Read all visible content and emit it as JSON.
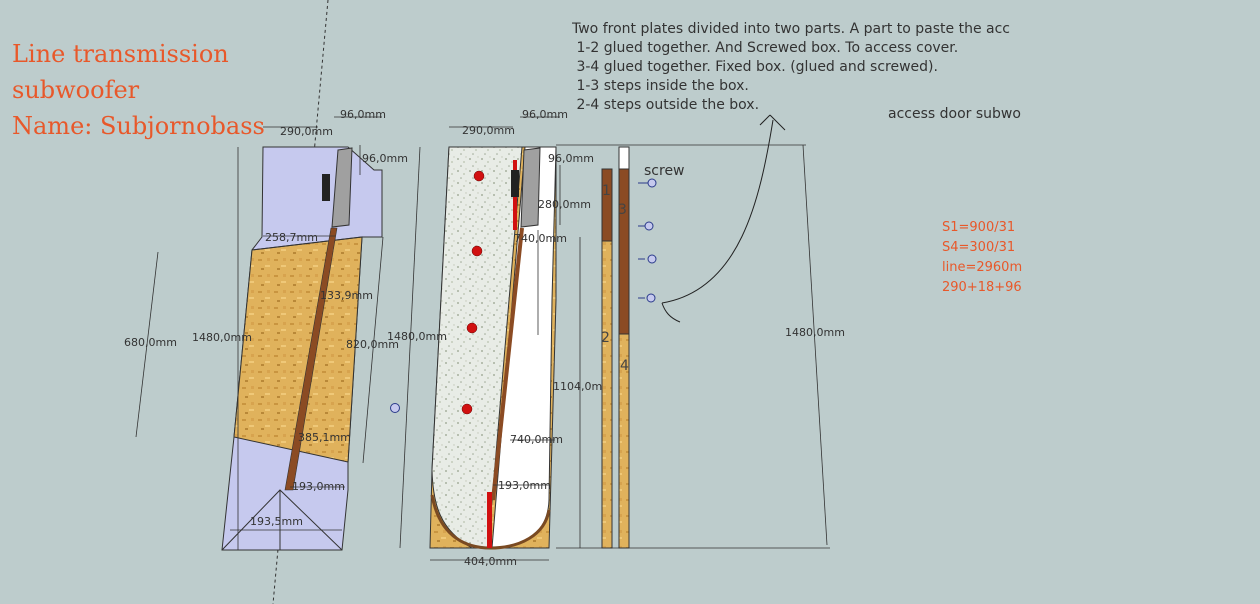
{
  "title": {
    "line1": "Line transmission",
    "line2": "subwoofer",
    "line3": "Name: Subjornobass"
  },
  "notes": [
    "Two front plates divided into two parts. A part to paste the acc",
    " 1-2 glued together. And Screwed box. To access cover.",
    " 3-4 glued together. Fixed box. (glued and screwed).",
    " 1-3 steps inside the box.",
    " 2-4 steps outside the box."
  ],
  "access_label": "access door subwo",
  "screw_label": "screw",
  "formulas": [
    "S1=900/31",
    "S4=300/31",
    "line=2960m",
    "290+18+96"
  ],
  "part_labels": {
    "p1": "1",
    "p2": "2",
    "p3": "3",
    "p4": "4"
  },
  "dims": {
    "left_width": "290,0mm",
    "left_driver": "96,0mm",
    "left_step": "96,0mm",
    "left_inner_width": "258,7mm",
    "left_height": "1480,0mm",
    "left_slot": "680,0mm",
    "left_angle": "133,9mm",
    "left_section": "820,0mm",
    "left_lower": "385,1mm",
    "left_bottom_w": "193,0mm",
    "left_bottom_d": "193,5mm",
    "mid_width": "290,0mm",
    "mid_driver": "96,0mm",
    "mid_step": "96,0mm",
    "mid_upper": "280,0mm",
    "mid_inner": "740,0mm",
    "mid_height": "1480,0mm",
    "mid_long": "1104,0mm",
    "mid_lower": "740,0mm",
    "mid_bottom_w": "193,0mm",
    "mid_base": "404,0mm",
    "right_height": "1480,0mm"
  },
  "colors": {
    "background": "#bdcccc",
    "title": "#e8582a",
    "panel_blue": "#c6c9ee",
    "wood": "#e0b25c",
    "board": "#8b4b23",
    "red": "#d11010"
  }
}
